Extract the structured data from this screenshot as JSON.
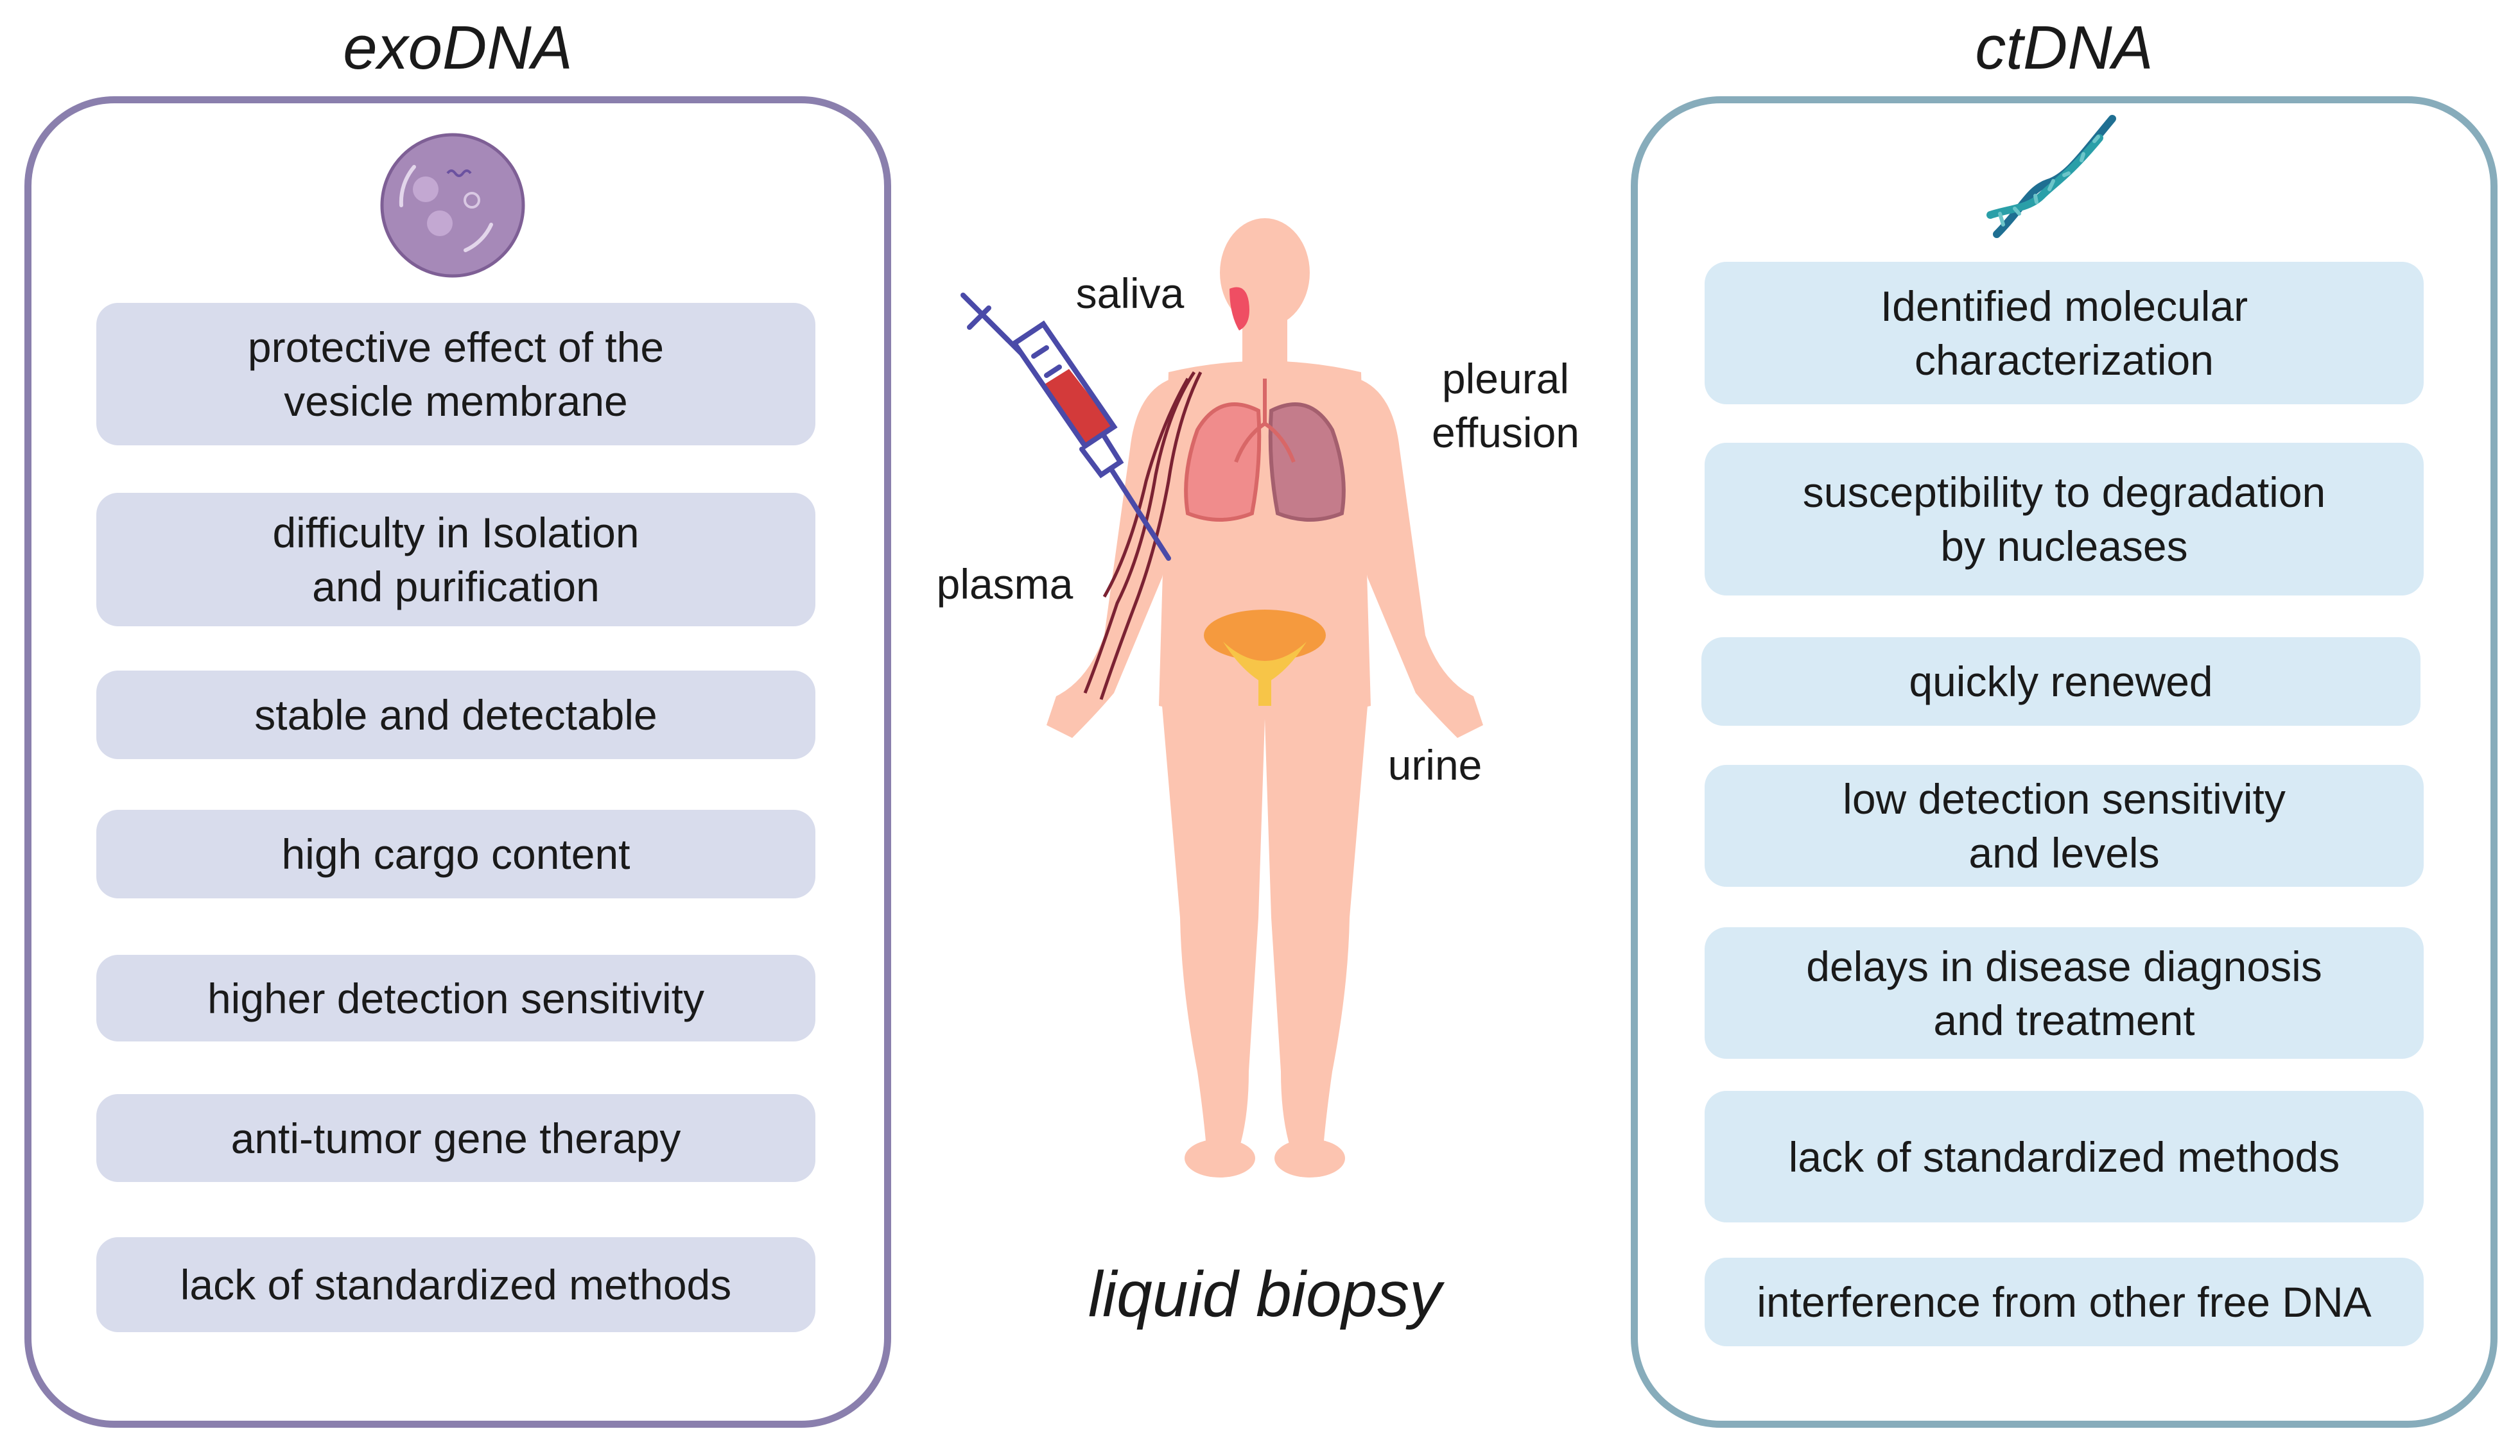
{
  "left_panel": {
    "title": "exoDNA",
    "border_color": "#8a7fad",
    "box_color": "#d8dcec",
    "icon": "vesicle-icon",
    "items": [
      "protective effect of the\nvesicle membrane",
      "difficulty in Isolation\nand purification",
      "stable and detectable",
      "high cargo content",
      "higher detection sensitivity",
      "anti-tumor gene therapy",
      "lack of standardized methods"
    ]
  },
  "right_panel": {
    "title": "ctDNA",
    "border_color": "#87acbb",
    "box_color": "#d8eaf5",
    "icon": "dna-helix-icon",
    "items": [
      "Identified molecular\ncharacterization",
      "susceptibility to degradation\nby nucleases",
      "quickly renewed",
      "low detection sensitivity\nand levels",
      "delays in disease diagnosis\nand treatment",
      "lack of standardized methods",
      "interference from other free DNA"
    ]
  },
  "center": {
    "title": "liquid biopsy",
    "body_color": "#fcc4b0",
    "labels": {
      "saliva": "saliva",
      "pleural": "pleural\neffusion",
      "plasma": "plasma",
      "urine": "urine"
    },
    "icons": [
      "human-body-icon",
      "syringe-icon",
      "lungs-icon",
      "bladder-icon",
      "salivary-gland-icon"
    ]
  }
}
